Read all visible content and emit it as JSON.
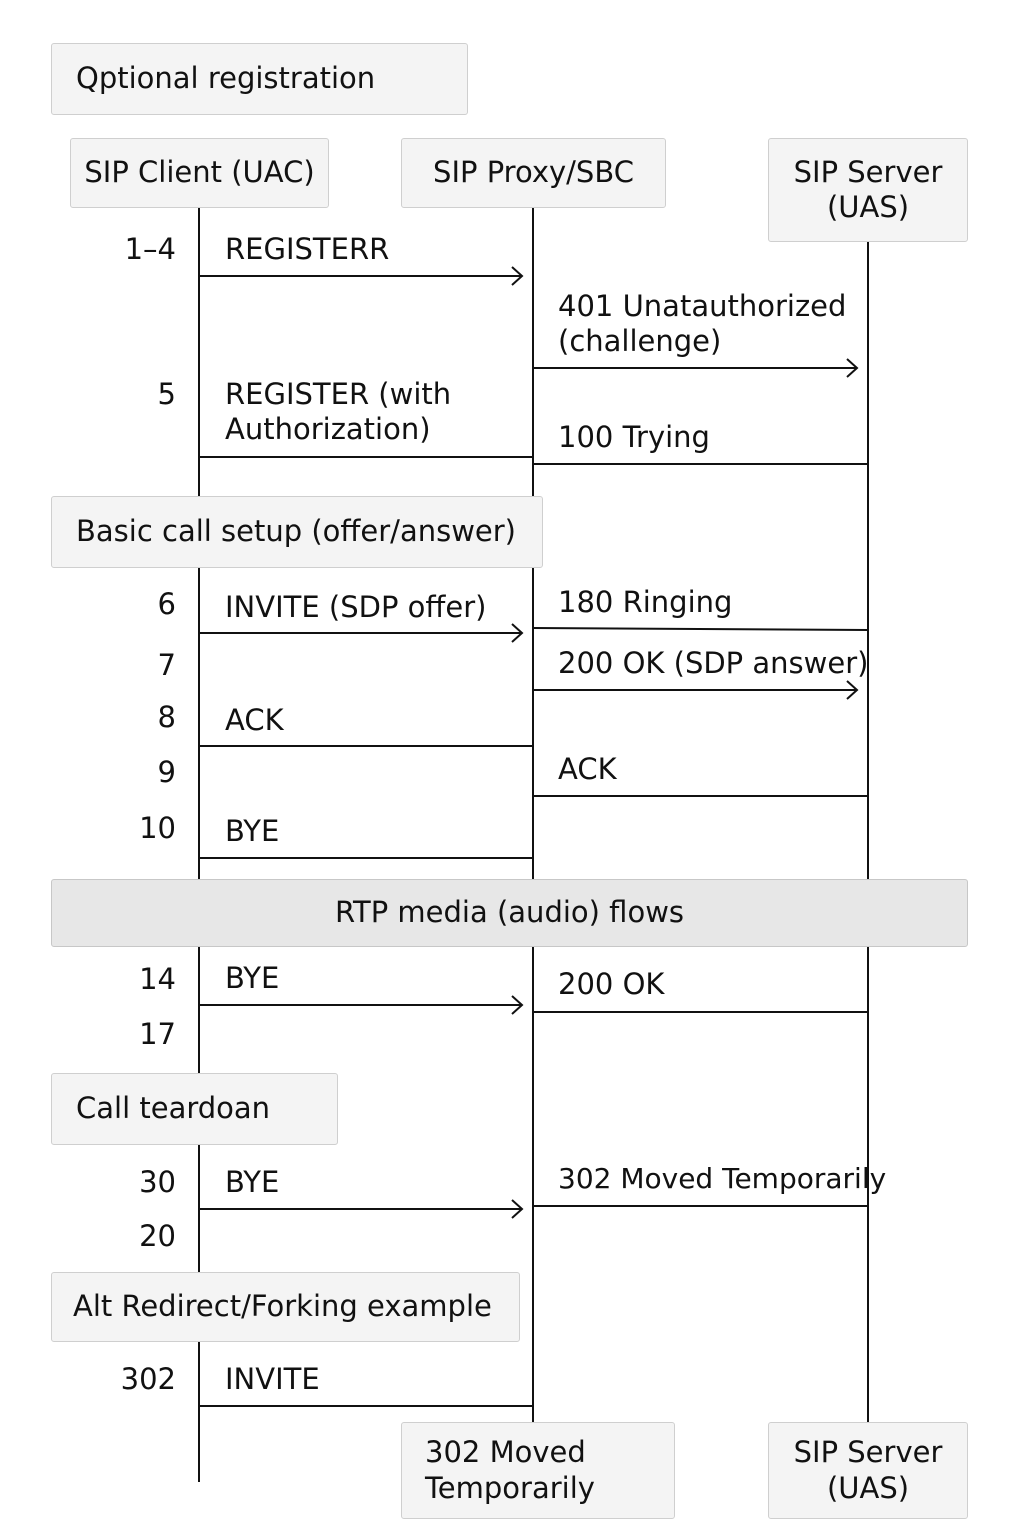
{
  "sections": {
    "registration": "Qptional registration",
    "call_setup": "Basic call setup (offer/answer)",
    "media": "RTP media (audio) flows",
    "teardown": "Call teardoan",
    "redirect": "Alt Redirect/Forking example"
  },
  "participants": {
    "client": "SIP Client (UAC)",
    "proxy": "SIP Proxy/SBC",
    "server_line1": "SIP Server",
    "server_line2": "(UAS)",
    "bottom_proxy_line1": "302 Moved",
    "bottom_proxy_line2": "Temporarily",
    "bottom_server_line1": "SIP Server",
    "bottom_server_line2": "(UAS)"
  },
  "step_numbers": {
    "s1": "1–4",
    "s5": "5",
    "s6": "6",
    "s7": "7",
    "s8": "8",
    "s9": "9",
    "s10": "10",
    "s14": "14",
    "s17": "17",
    "s30": "30",
    "s20": "20",
    "s302": "302"
  },
  "messages": {
    "m_register": "REGISTERR",
    "m_401_line1": "401 Unatauthorized",
    "m_401_line2": "(challenge)",
    "m_register_auth_line1": "REGISTER (with",
    "m_register_auth_line2": "Authorization)",
    "m_100": "100 Trying",
    "m_invite": "INVITE (SDP offer)",
    "m_180": "180 Ringing",
    "m_200_sdp": "200 OK (SDP answer)",
    "m_ack_left": "ACK",
    "m_ack_right": "ACK",
    "m_bye_10": "BYE",
    "m_bye_14": "BYE",
    "m_200_ok": "200 OK",
    "m_bye_30": "BYE",
    "m_302": "302 Moved Temporarily",
    "m_invite_302": "INVITE"
  }
}
